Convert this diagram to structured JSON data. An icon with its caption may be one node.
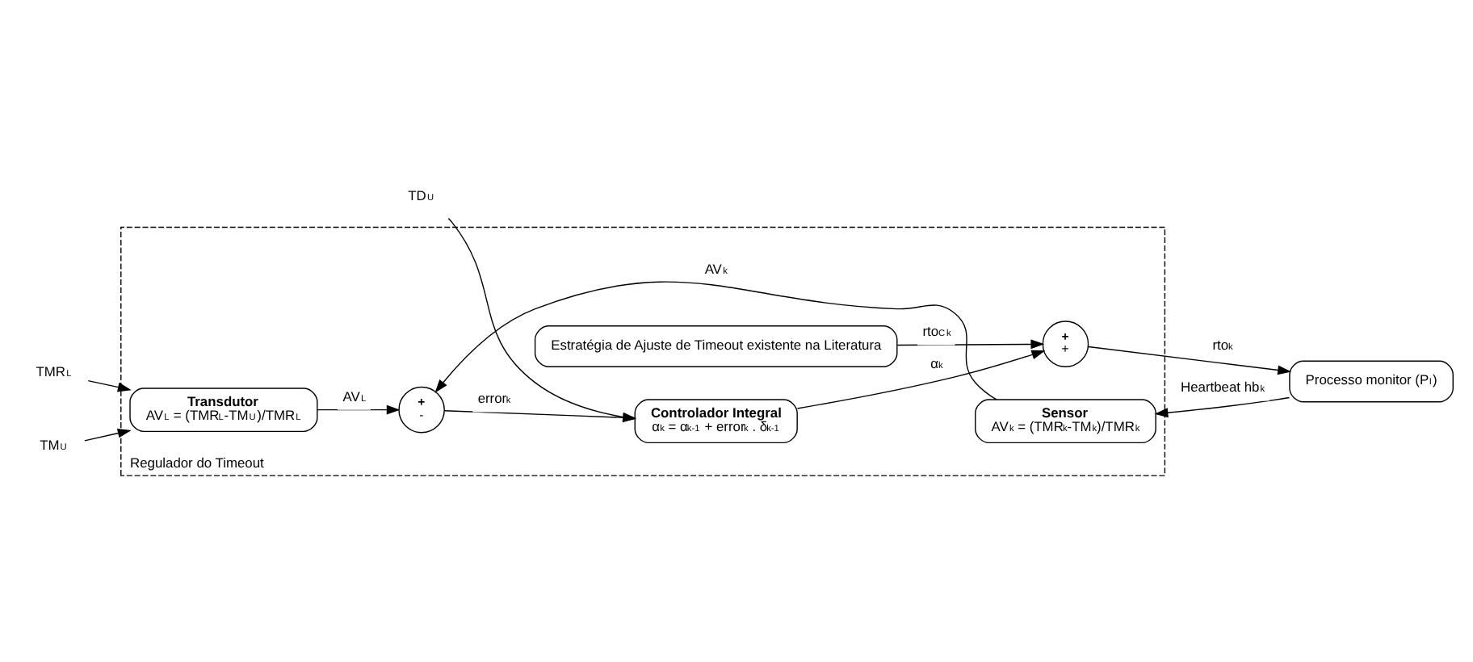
{
  "diagram": {
    "nodes": [
      {
        "text": [
          "Regulador do Timeout"
        ]
      },
      {
        "text": [
          "TMR$^{L}$"
        ]
      },
      {
        "text": [
          "TM$^{U}$"
        ]
      },
      {
        "text": [
          "TD$^{U}$"
        ]
      },
      {
        "text": [
          "Transdutor",
          "AV$^{L}$ = (TMR$^{L}$-TM$^{U}$)/TMR$^{L}$"
        ],
        "in": 0
      },
      {
        "text": [
          "+",
          "-"
        ],
        "in": 0
      },
      {
        "text": [
          "Controlador Integral",
          "α$_{k}$ = α$_{k-1}$ + error$_{k}$ . δ$_{k-1}$"
        ],
        "in": 0
      },
      {
        "text": [
          "Estratégia de Ajuste de Timeout existente na Literatura"
        ],
        "in": 0
      },
      {
        "text": [
          "+",
          "+"
        ],
        "in": 0
      },
      {
        "text": [
          "Processo monitor (P$_{I}$)"
        ]
      },
      {
        "text": [
          "Sensor",
          "AV$_{k}$ = (TMR$_{k}$-TM$_{k}$)/TMR$_{k}$"
        ],
        "in": 0
      }
    ],
    "edges": [
      {
        "from": 1,
        "to": 4,
        "arrow": "to"
      },
      {
        "from": 2,
        "to": 4,
        "arrow": "to"
      },
      {
        "from": 3,
        "to": 6,
        "arrow": "to"
      },
      {
        "from": 4,
        "to": 5,
        "arrow": "to",
        "label": "AV$^{L}$"
      },
      {
        "from": 5,
        "to": 6,
        "arrow": "to",
        "label": "error$_{k}$"
      },
      {
        "from": 6,
        "to": 8,
        "arrow": "to",
        "label": "α$_{k}$"
      },
      {
        "from": 7,
        "to": 8,
        "arrow": "to",
        "label": "rto$^{C}$$_{k}$"
      },
      {
        "from": 8,
        "to": 9,
        "arrow": "to",
        "label": "rto$_{k}$"
      },
      {
        "from": 9,
        "to": 10,
        "arrow": "to",
        "label": "Heartbeat hb$_{k}$"
      },
      {
        "from": 10,
        "to": 5,
        "arrow": "to",
        "label": "AV$_{k}$"
      }
    ]
  }
}
